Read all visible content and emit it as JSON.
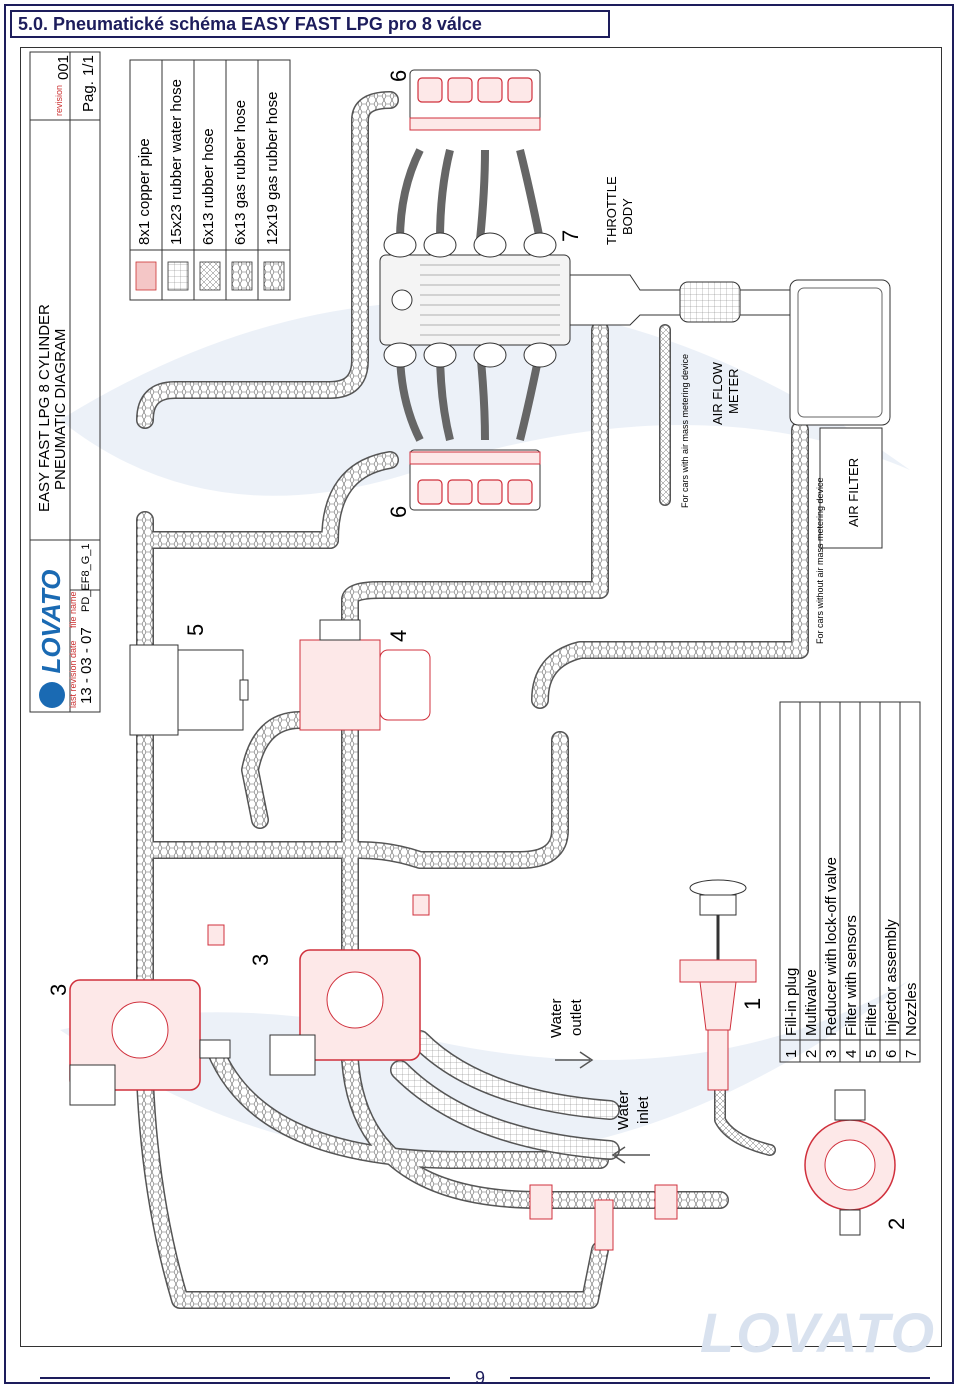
{
  "page_title": "5.0. Pneumatické schéma EASY FAST LPG pro 8 válce",
  "page_number": "9",
  "title_block": {
    "logo": "LOVATO",
    "drawing_title_line1": "EASY FAST LPG 8 CYLINDER",
    "drawing_title_line2": "PNEUMATIC DIAGRAM",
    "revision_label": "revision",
    "revision_value": "001",
    "page_label": "Pag.",
    "page_value": "1/1",
    "last_revision_label": "last revision date",
    "last_revision_value": "13 - 03 - 07",
    "file_name_label": "file name",
    "file_name_value": "PD_EF8_G_1"
  },
  "hose_legend": [
    {
      "label": "8x1 copper pipe"
    },
    {
      "label": "15x23 rubber water hose"
    },
    {
      "label": "6x13 rubber hose"
    },
    {
      "label": "6x13 gas rubber hose"
    },
    {
      "label": "12x19 gas rubber hose"
    }
  ],
  "component_legend": [
    {
      "num": "1",
      "label": "Fill-in plug"
    },
    {
      "num": "2",
      "label": "Multivalve"
    },
    {
      "num": "3",
      "label": "Reducer with lock-off valve"
    },
    {
      "num": "4",
      "label": "Filter with sensors"
    },
    {
      "num": "5",
      "label": "Filter"
    },
    {
      "num": "6",
      "label": "Injector assembly"
    },
    {
      "num": "7",
      "label": "Nozzles"
    }
  ],
  "diagram_labels": {
    "throttle_body": [
      "THROTTLE",
      "BODY"
    ],
    "air_flow_meter": [
      "AIR FLOW",
      "METER"
    ],
    "air_filter": "AIR FILTER",
    "with_mass_device": "For cars with air mass metering device",
    "without_mass_device": "For cars without air mass metering device",
    "water_outlet": [
      "Water",
      "outlet"
    ],
    "water_inlet": [
      "Water",
      "inlet"
    ]
  },
  "callouts": {
    "c1": "1",
    "c2": "2",
    "c3a": "3",
    "c3b": "3",
    "c4": "4",
    "c5": "5",
    "c6a": "6",
    "c6b": "6",
    "c7": "7"
  },
  "watermark": "LOVATO",
  "colors": {
    "frame": "#1d1d5c",
    "logo_blue": "#1a6ab3",
    "component_red": "#d0303c",
    "watermark": "#d9e2ef"
  }
}
